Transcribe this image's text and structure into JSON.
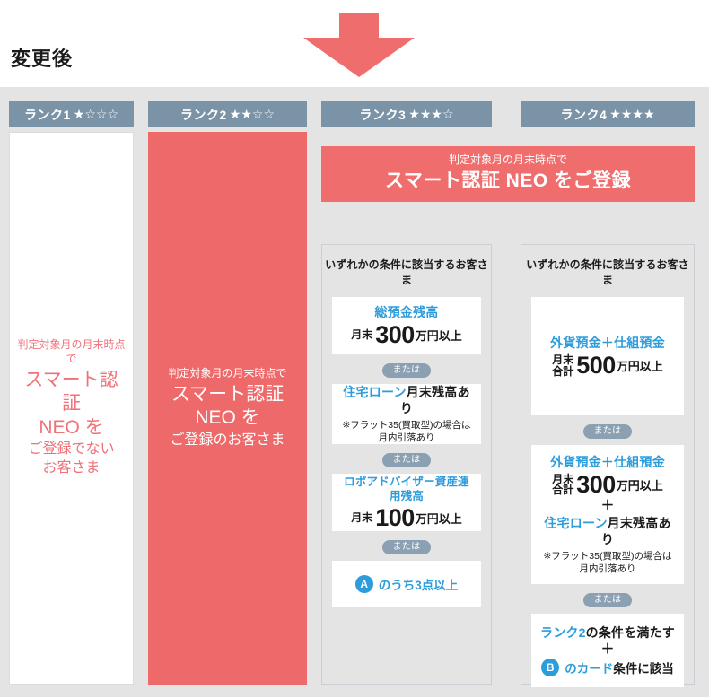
{
  "page": {
    "title": "変更後",
    "arrow_icon": "down-arrow-icon",
    "accent_red": "#ef6d6d",
    "accent_blue": "#2d9cdb",
    "header_slate": "#7b93a6",
    "board_gray": "#e4e4e4"
  },
  "ranks": [
    {
      "label": "ランク1",
      "stars": "★☆☆☆",
      "filled": 1
    },
    {
      "label": "ランク2",
      "stars": "★★☆☆",
      "filled": 2
    },
    {
      "label": "ランク3",
      "stars": "★★★☆",
      "filled": 3
    },
    {
      "label": "ランク4",
      "stars": "★★★★",
      "filled": 4
    }
  ],
  "column1": {
    "line_small": "判定対象月の月末時点で",
    "line_big1": "スマート認証",
    "line_big2": "NEO を",
    "line_mid1": "ご登録でない",
    "line_mid2": "お客さま"
  },
  "column2": {
    "line_small": "判定対象月の月末時点で",
    "line_big1": "スマート認証",
    "line_big2": "NEO を",
    "line_mid1": "ご登録のお客さま"
  },
  "neo_banner": {
    "small": "判定対象月の月末時点で",
    "big": "スマート認証 NEO をご登録"
  },
  "plus_symbol": "＋",
  "or_label": "または",
  "cond_heading": "いずれかの条件に該当するお客さま",
  "rank3_conditions": [
    {
      "kind": "amount",
      "title": "総預金残高",
      "title_color": "#2d9cdb",
      "amount_prefix": "月末",
      "amount_prefix_line2": "",
      "amount_number": "300",
      "amount_suffix": "万円以上"
    },
    {
      "kind": "text_note",
      "title_blue": "住宅ローン",
      "title_black": "月末残高あり",
      "note_line1": "※フラット35(買取型)の場合は",
      "note_line2": "月内引落あり"
    },
    {
      "kind": "amount",
      "title": "ロボアドバイザー資産運用残高",
      "title_color": "#2d9cdb",
      "amount_prefix": "月末",
      "amount_prefix_line2": "",
      "amount_number": "100",
      "amount_suffix": "万円以上"
    },
    {
      "kind": "badge",
      "badge_letter": "A",
      "badge_text": "のうち3点以上"
    }
  ],
  "rank4_conditions": [
    {
      "kind": "amount",
      "title": "外貨預金＋仕組預金",
      "title_color": "#2d9cdb",
      "amount_prefix": "月末",
      "amount_prefix_line2": "合計",
      "amount_number": "500",
      "amount_suffix": "万円以上"
    },
    {
      "kind": "amount_plus_loan",
      "title": "外貨預金＋仕組預金",
      "amount_prefix": "月末",
      "amount_prefix_line2": "合計",
      "amount_number": "300",
      "amount_suffix": "万円以上",
      "plus": "＋",
      "loan_blue": "住宅ローン",
      "loan_black": "月末残高あり",
      "note_line1": "※フラット35(買取型)の場合は",
      "note_line2": "月内引落あり"
    },
    {
      "kind": "rank_plus_badge",
      "rank_blue": "ランク2",
      "rank_black": "の条件を満たす",
      "plus": "＋",
      "badge_letter": "B",
      "badge_blue": "のカード",
      "badge_black": "条件に該当"
    }
  ]
}
